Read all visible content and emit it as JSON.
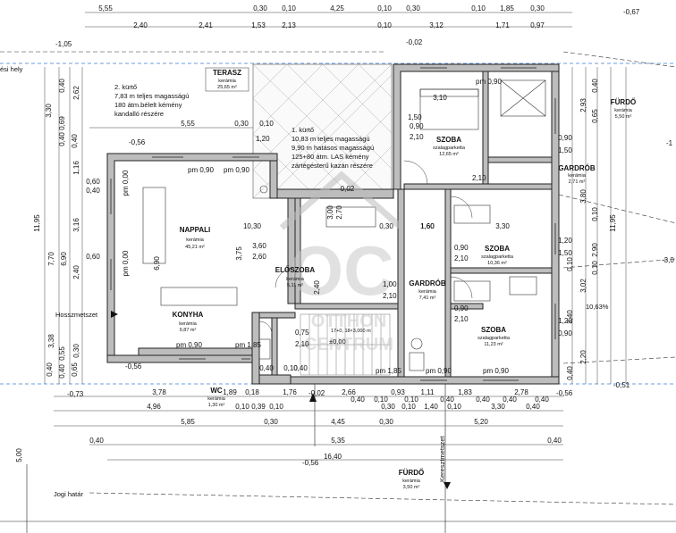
{
  "rooms": {
    "terasz": {
      "name": "TERASZ",
      "material": "kerámia",
      "area": "25,65 m²"
    },
    "nappali": {
      "name": "NAPPALI",
      "material": "kerámia",
      "area": "45,21 m²"
    },
    "konyha": {
      "name": "KONYHA",
      "material": "kerámia",
      "area": "9,87 m²"
    },
    "eloszoba": {
      "name": "ELŐSZOBA",
      "material": "kerámia",
      "area": "5,11 m²"
    },
    "wc": {
      "name": "WC",
      "material": "kerámia",
      "area": "1,30 m²"
    },
    "szoba1": {
      "name": "SZOBA",
      "material": "szalagparketta",
      "area": "12,65 m²"
    },
    "szoba2": {
      "name": "SZOBA",
      "material": "szalagparketta",
      "area": "10,36 m²"
    },
    "szoba3": {
      "name": "SZOBA",
      "material": "szalagparketta",
      "area": "11,23 m²"
    },
    "gardrob1": {
      "name": "GARDRÓB",
      "material": "kerámia",
      "area": "7,41 m²"
    },
    "gardrob2": {
      "name": "GARDRÓB",
      "material": "kerámia",
      "area": "2,71 m²"
    },
    "furdo1": {
      "name": "FÜRDŐ",
      "material": "kerámia",
      "area": "5,50 m²"
    },
    "furdo2": {
      "name": "FÜRDŐ",
      "material": "kerámia",
      "area": "3,50 m²"
    }
  },
  "notes": {
    "kurto2": [
      "2. kürtő",
      "7,83 m teljes magasságú",
      "180 átm.bélelt kémény",
      "kandalló részére"
    ],
    "kurto1": [
      "1. kürtő",
      "10,83 m teljes magasságú",
      "9,90 m hatásos magasságú",
      "125+80 átm. LAS kémény",
      "zártégésterű kazán részére"
    ],
    "hosszmetszet": "Hosszmetszet",
    "keresztmetszet": "Keresztmetszet",
    "jogi_hatar": "Jogi határ",
    "parking": "ési hely",
    "zero": "±0,00",
    "slope": "10,63%",
    "stair": "17+0, 18×3,000 m"
  },
  "levels": {
    "l1": "-1,05",
    "l2": "-0,67",
    "l3": "-0,56",
    "l4": "-0,02",
    "l5": "-0,56",
    "l6": "-0,02",
    "l7": "-0,56",
    "l8": "-0,73",
    "l9": "-0,51",
    "l10": "-0,56",
    "l11": "-3,0",
    "l12": "-1"
  },
  "dims": {
    "top1": [
      "5,55",
      "0,30",
      "0,10",
      "4,25",
      "0,10",
      "0,30",
      "0,10",
      "1,85",
      "0,30"
    ],
    "top2": [
      "2,40",
      "2,41",
      "1,53",
      "2,13",
      "0,10",
      "3,12",
      "1,71",
      "0,97"
    ],
    "inner_top": [
      "5,55",
      "0,30",
      "0,10"
    ],
    "bot1": [
      "3,78",
      "1,89",
      "0,18",
      "1,76",
      "2,66",
      "0,93",
      "1,11",
      "1,83",
      "2,78"
    ],
    "bot2": [
      "4,96",
      "0,10",
      "0,39",
      "0,10",
      "0,30",
      "0,10",
      "1,40",
      "0,10",
      "3,30",
      "0,40"
    ],
    "bot3": [
      "5,85",
      "0,30",
      "4,45",
      "0,30",
      "5,20"
    ],
    "bot4": [
      "0,40",
      "5,35",
      "0,40"
    ],
    "bot5": [
      "16,40"
    ],
    "bot_walls": [
      "0,40",
      "0,10",
      "0,40",
      "0,10",
      "0,10",
      "0,40",
      "0,40",
      "0,40",
      "0,40",
      "0,40"
    ],
    "left_outer": [
      "11,95",
      "7,70",
      "3,38",
      "5,00"
    ],
    "left_mid": [
      "3,30",
      "2,62",
      "1,16",
      "3,16",
      "6,90",
      "2,40",
      "0,30"
    ],
    "left_inner": [
      "0,40",
      "0,40",
      "0,69",
      "0,40",
      "0,60",
      "0,60",
      "0,40",
      "0,40",
      "0,55",
      "0,65",
      "0,40"
    ],
    "right_outer": [
      "11,95",
      "3,80",
      "3,02",
      "3,40"
    ],
    "right_mid": [
      "2,93",
      "2,90",
      "2,20"
    ],
    "right_inner": [
      "0,40",
      "0,65",
      "0,90",
      "1,50",
      "1,20",
      "1,50",
      "1,20",
      "0,90",
      "0,40",
      "0,10",
      "0,10",
      "0,10"
    ],
    "nappali_w": "10,30",
    "nappali_h": "3,75",
    "nappali_h2": "2,60",
    "nappali_h3": "3,60",
    "nappali_w2": "6,90",
    "eloszoba": "0,30",
    "gardrob_w": "1,60",
    "szoba2_w": "3,30",
    "szoba1_w": "3,10"
  },
  "openings": {
    "pm_090": "pm 0,90",
    "pm_185": "pm 1,85",
    "pm_000": "pm 0,00",
    "d1": "0,90",
    "d2": "2,10",
    "d3": "1,50",
    "d4": "2,10",
    "d5": "0,75",
    "d6": "1,00",
    "d7": "2,40",
    "d8": "3,00",
    "d9": "2,70",
    "d10": "1,20",
    "d11": "1,60"
  },
  "watermark": {
    "logo": "OC",
    "line1": "OTTHON",
    "line2": "CENTRUM"
  }
}
